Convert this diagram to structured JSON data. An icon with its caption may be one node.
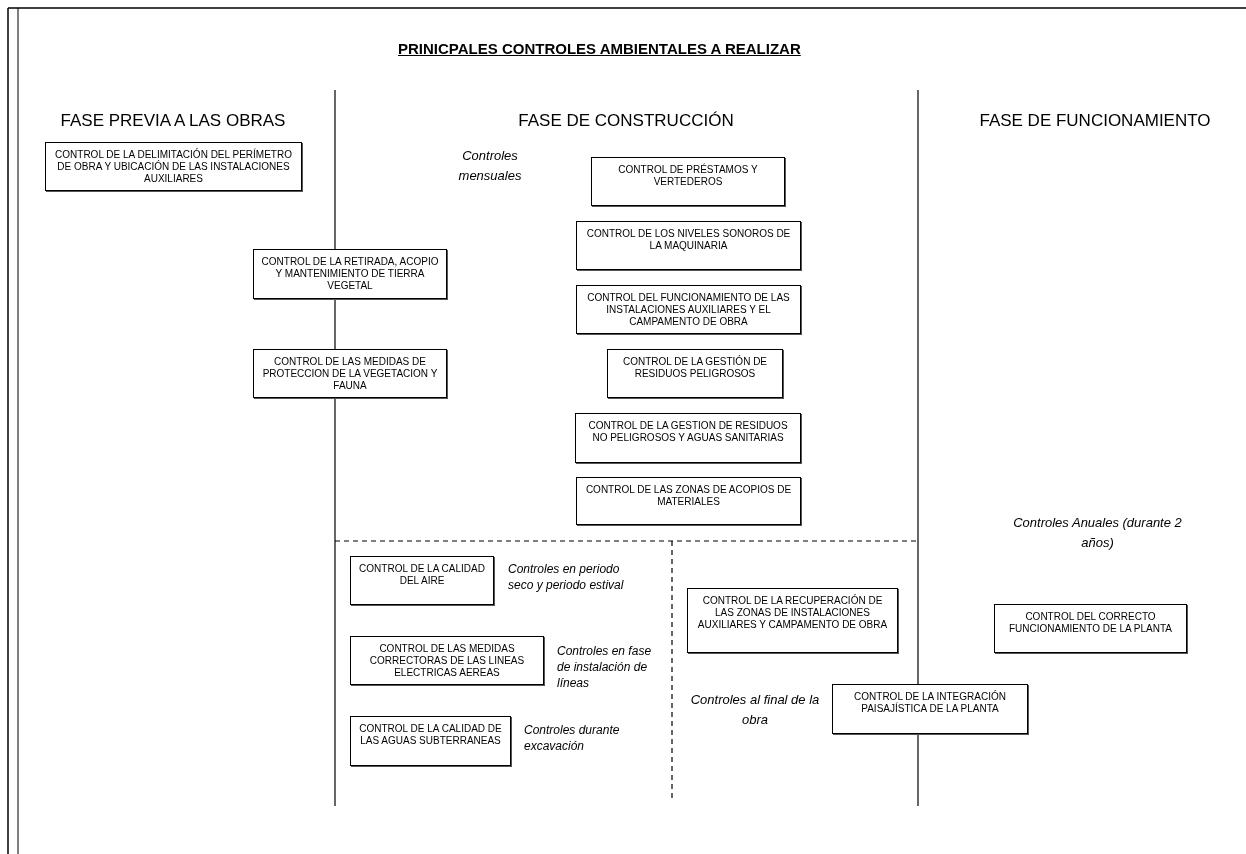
{
  "diagram": {
    "title": "PRINICPALES CONTROLES AMBIENTALES A REALIZAR",
    "nodes": [
      {
        "text": [
          "CONTROL DE LA DELIMITACIÓN DEL PERÍMETRO DE OBRA Y UBICACIÓN DE LAS INSTALACIONES AUXILIARES"
        ]
      },
      {
        "text": [
          "CONTROL DE LA RETIRADA, ACOPIO Y MANTENIMIENTO DE TIERRA VEGETAL"
        ]
      },
      {
        "text": [
          "CONTROL DE LAS MEDIDAS DE PROTECCION DE LA VEGETACION Y FAUNA"
        ]
      },
      {
        "text": [
          "CONTROL DE PRÉSTAMOS Y VERTEDEROS"
        ]
      },
      {
        "text": [
          "CONTROL DE LOS NIVELES SONOROS DE LA MAQUINARIA"
        ]
      },
      {
        "text": [
          "CONTROL DEL FUNCIONAMIENTO DE LAS INSTALACIONES AUXILIARES Y EL CAMPAMENTO DE OBRA"
        ]
      },
      {
        "text": [
          "CONTROL DE LA GESTIÓN DE RESIDUOS PELIGROSOS"
        ]
      },
      {
        "text": [
          "CONTROL DE LA GESTION DE RESIDUOS NO PELIGROSOS Y AGUAS SANITARIAS"
        ]
      },
      {
        "text": [
          "CONTROL DE LAS ZONAS DE ACOPIOS DE MATERIALES"
        ]
      },
      {
        "text": [
          "CONTROL DE LA CALIDAD DEL AIRE"
        ],
        "beside": [
          "Controles en periodo seco y periodo estival"
        ]
      },
      {
        "text": [
          "CONTROL DE LAS MEDIDAS CORRECTORAS DE LAS LINEAS ELECTRICAS AEREAS"
        ],
        "beside": [
          "Controles en fase de instalación de líneas"
        ]
      },
      {
        "text": [
          "CONTROL DE LA CALIDAD DE LAS AGUAS SUBTERRANEAS"
        ],
        "beside": [
          "Controles durante excavación"
        ]
      },
      {
        "text": [
          "CONTROL DE LA RECUPERACIÓN DE LAS ZONAS DE INSTALACIONES AUXILIARES Y CAMPAMENTO DE OBRA"
        ]
      },
      {
        "text": [
          "CONTROL DEL CORRECTO FUNCIONAMIENTO DE LA PLANTA"
        ]
      },
      {
        "text": [
          "CONTROL DE LA INTEGRACIÓN PAISAJÍSTICA DE LA PLANTA"
        ]
      }
    ],
    "labels": [
      "FASE PREVIA A LAS OBRAS",
      "FASE DE CONSTRUCCIÓN",
      "FASE DE FUNCIONAMIENTO",
      "Controles mensuales",
      "Controles Anuales (durante 2 años)",
      "Controles al final de la obra"
    ]
  }
}
